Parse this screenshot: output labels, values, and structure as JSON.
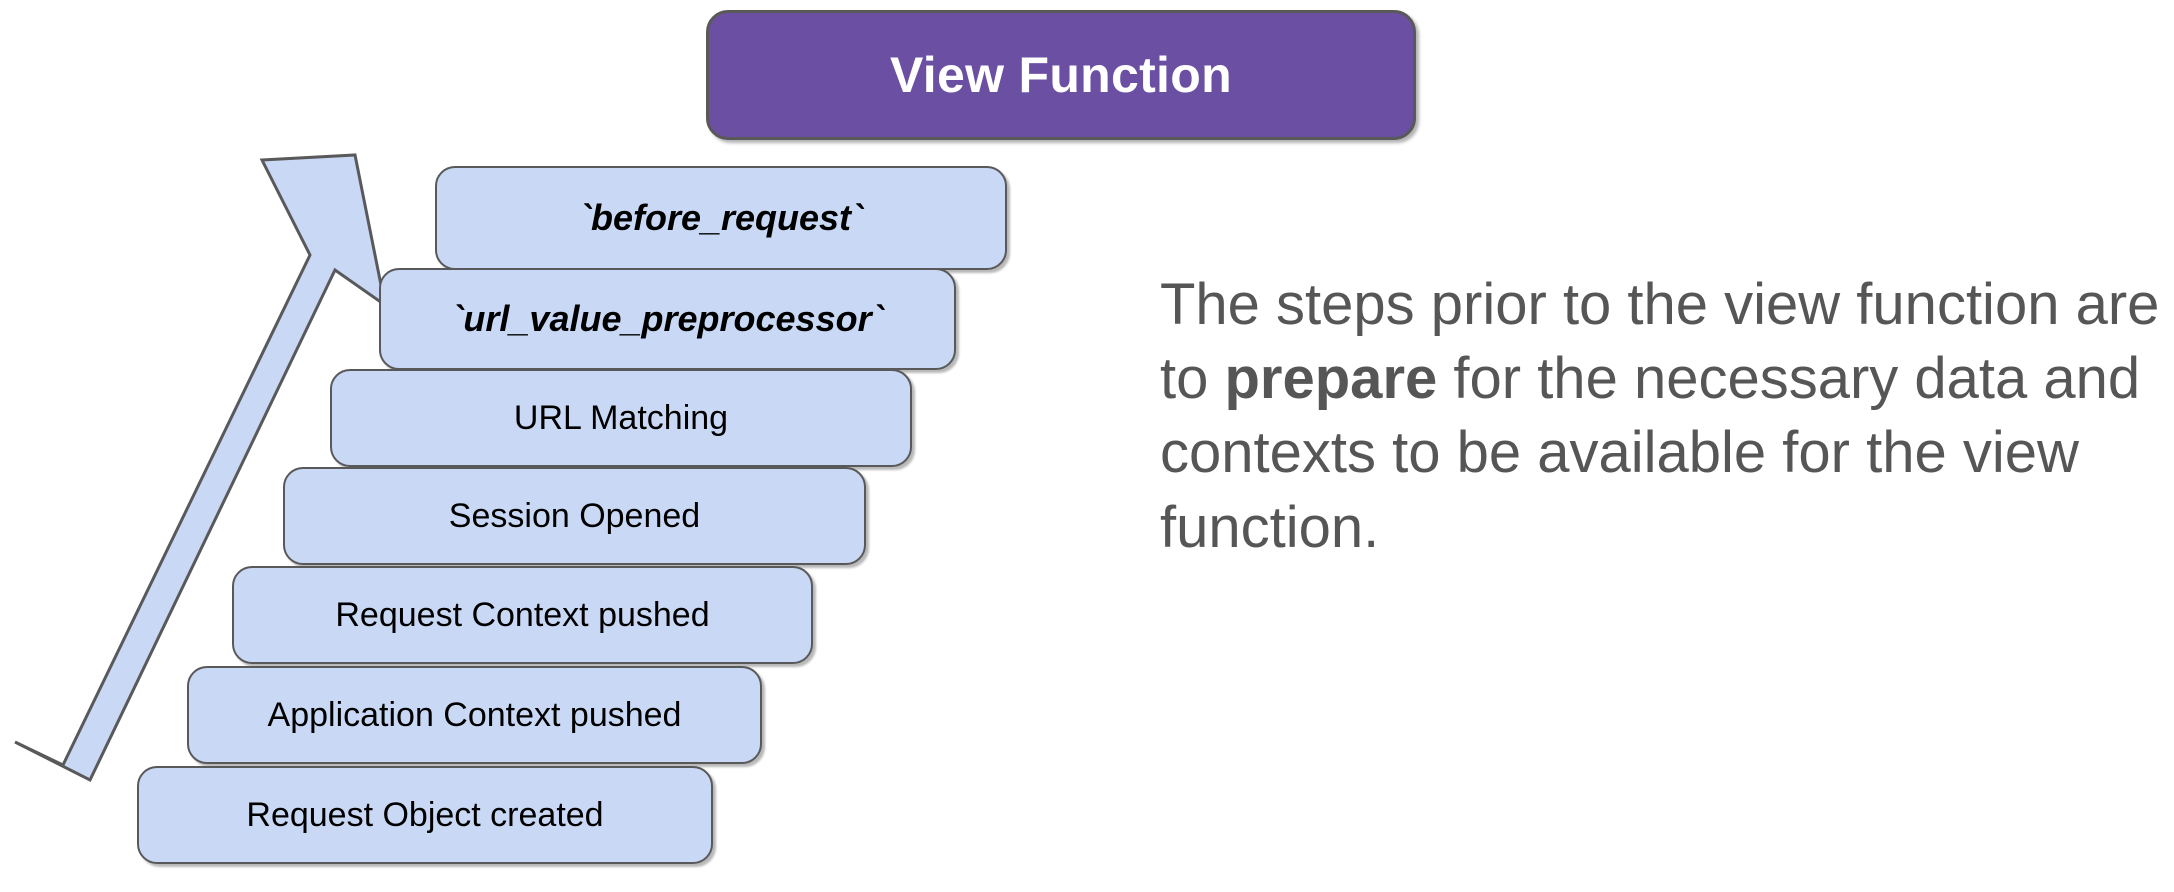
{
  "diagram": {
    "type": "staircase-flow",
    "title_box": {
      "label": "View Function",
      "fill_color": "#6A4FA3",
      "text_color": "#FFFFFF",
      "border_color": "#595959"
    },
    "step_fill_color": "#C9D9F5",
    "step_border_color": "#59595B",
    "arrow": {
      "name": "upward-progress-arrow",
      "fill_color": "#C9D9F5",
      "border_color": "#59595B",
      "direction": "up-right"
    },
    "steps": [
      {
        "label": "`before_request`",
        "style": "code"
      },
      {
        "label": "`url_value_preprocessor`",
        "style": "code"
      },
      {
        "label": "URL Matching",
        "style": "plain"
      },
      {
        "label": "Session Opened",
        "style": "plain"
      },
      {
        "label": "Request Context pushed",
        "style": "plain"
      },
      {
        "label": "Application Context pushed",
        "style": "plain"
      },
      {
        "label": "Request Object created",
        "style": "plain"
      }
    ],
    "description": {
      "text_color": "#565656",
      "part_1": "The steps prior to the view function are to ",
      "emphasis": "prepare",
      "part_2": " for the necessary data and contexts to be available for the view function."
    }
  }
}
